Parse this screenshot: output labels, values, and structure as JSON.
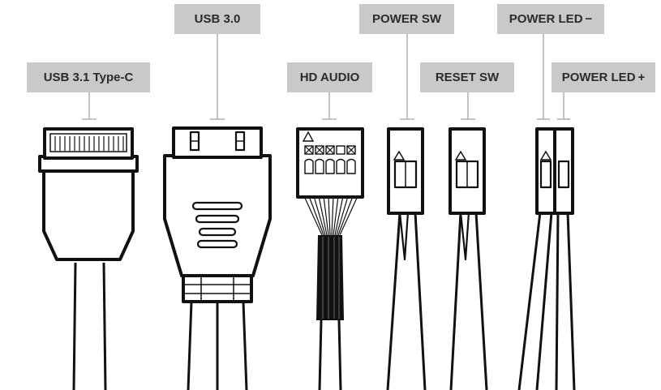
{
  "labels": {
    "usb31": "USB 3.1 Type-C",
    "usb30": "USB 3.0",
    "hd_audio": "HD AUDIO",
    "power_sw": "POWER SW",
    "reset_sw": "RESET SW",
    "power_led_minus": "POWER LED −",
    "power_led_plus": "POWER LED +"
  },
  "colors": {
    "label_bg": "#c9c9c9",
    "label_text": "#2b2b2b",
    "leader_line": "#b3b3b3",
    "outline": "#111111"
  }
}
